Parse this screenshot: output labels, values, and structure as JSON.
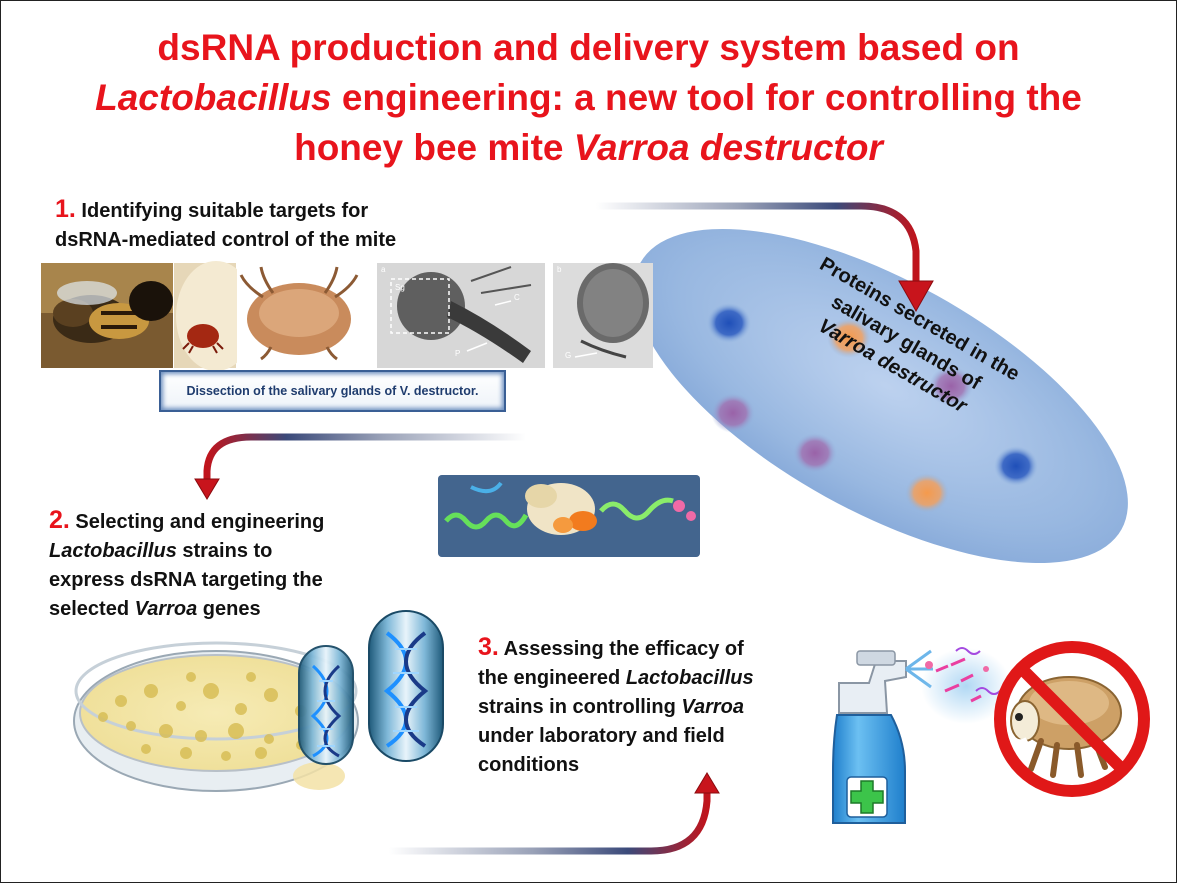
{
  "title": {
    "line1": "dsRNA production and delivery system based on",
    "line2_italic": "Lactobacillus",
    "line2_rest": " engineering:  a new tool for controlling the",
    "line3_start": "honey bee mite ",
    "line3_italic": "Varroa destructor"
  },
  "step1": {
    "number": "1.",
    "line1": " Identifying suitable targets for",
    "line2": "dsRNA-mediated control of the mite"
  },
  "photo_caption": "Dissection of the salivary glands of V. destructor.",
  "micrograph_a": {
    "panel": "a",
    "sg": "Sg",
    "c": "C",
    "p": "P"
  },
  "micrograph_b": {
    "panel": "b",
    "g": "G"
  },
  "ellipse_label": {
    "line1": "Proteins secreted in  the",
    "line2": "salivary glands of",
    "line3_italic": "Varroa destructor"
  },
  "step2": {
    "number": "2.",
    "line1": " Selecting and engineering",
    "line2_italic": "Lactobacillus",
    "line2_rest": " strains to",
    "line3": "express dsRNA targeting the",
    "line4_start": "selected ",
    "line4_italic": "Varroa",
    "line4_rest": " genes"
  },
  "step3": {
    "number": "3.",
    "line1": " Assessing the efficacy of",
    "line2_start": "the engineered ",
    "line2_italic": "Lactobacillus",
    "line3_start": "strains in controlling ",
    "line3_italic": "Varroa",
    "line4": "under laboratory and field",
    "line5": "conditions"
  },
  "colors": {
    "title_red": "#e8141c",
    "arrow_red": "#d4141c",
    "ellipse_blue": "#8fb2de",
    "spot_blue": "#1f4fb8",
    "spot_orange": "#f0a060",
    "spot_purple": "#a070b0",
    "spray_bottle": "#3a9ae0",
    "prohibition_red": "#e01818"
  }
}
